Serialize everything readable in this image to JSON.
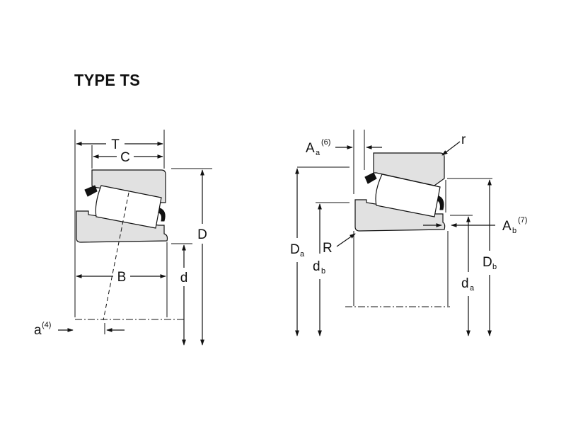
{
  "title": "TYPE TS",
  "left_view": {
    "labels": {
      "T": "T",
      "C": "C",
      "D": "D",
      "B": "B",
      "d": "d",
      "a": "a",
      "a_sup": "(4)"
    }
  },
  "right_view": {
    "labels": {
      "Aa": "A",
      "Aa_sub": "a",
      "Aa_sup": "(6)",
      "r": "r",
      "R": "R",
      "Ab": "A",
      "Ab_sub": "b",
      "Ab_sup": "(7)",
      "Da": "D",
      "Da_sub": "a",
      "db": "d",
      "db_sub": "b",
      "Db": "D",
      "Db_sub": "b",
      "da": "d",
      "da_sub": "a"
    }
  },
  "colors": {
    "part_fill": "#e1e1e1",
    "ink": "#111111"
  }
}
